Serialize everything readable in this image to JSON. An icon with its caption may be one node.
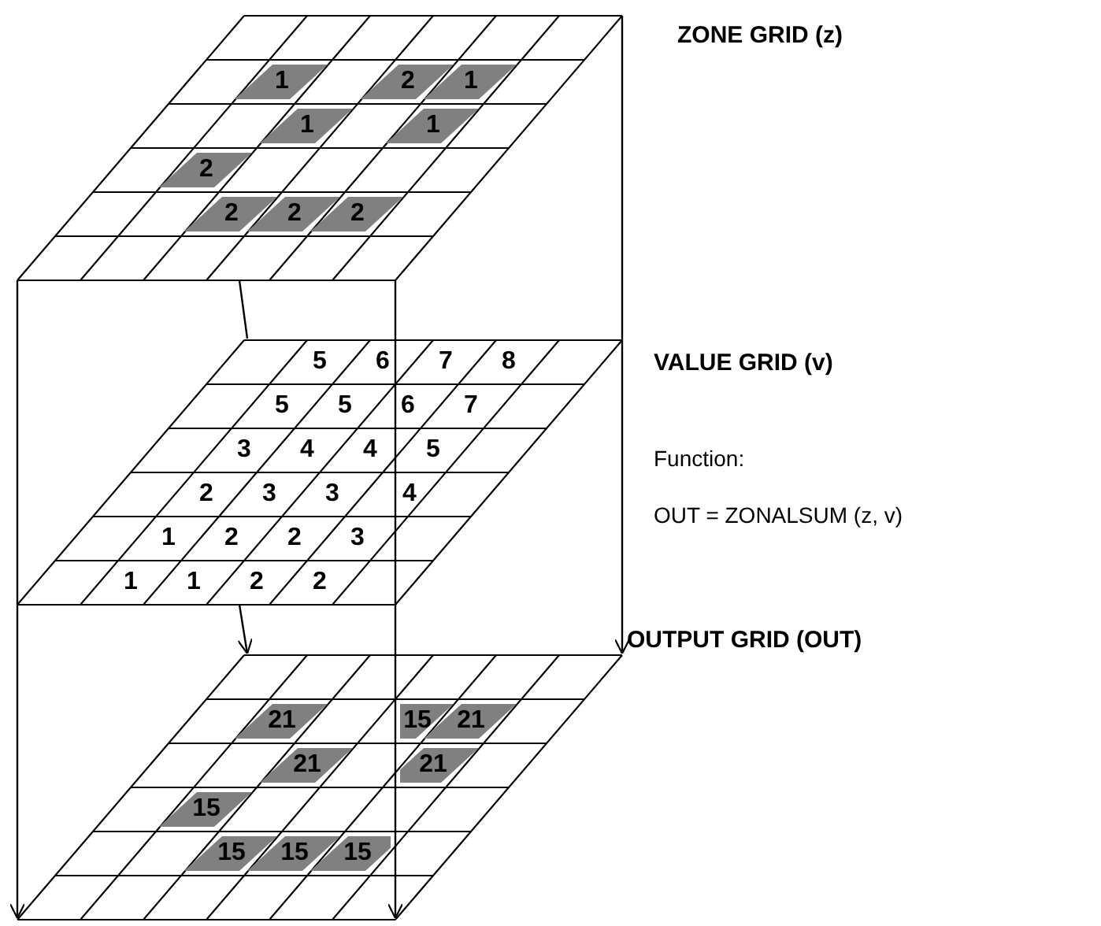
{
  "diagram": {
    "nodes": [
      {
        "text": [
          "ZONE GRID (z)"
        ]
      },
      {
        "text": [
          "1"
        ],
        "in": 0
      },
      {
        "text": [
          "2"
        ],
        "in": 0
      },
      {
        "text": [
          "1"
        ],
        "in": 0
      },
      {
        "text": [
          "1"
        ],
        "in": 0
      },
      {
        "text": [
          "1"
        ],
        "in": 0
      },
      {
        "text": [
          "2"
        ],
        "in": 0
      },
      {
        "text": [
          "2"
        ],
        "in": 0
      },
      {
        "text": [
          "2"
        ],
        "in": 0
      },
      {
        "text": [
          "2"
        ],
        "in": 0
      },
      {
        "text": [
          "VALUE GRID (v)"
        ]
      },
      {
        "text": [
          "5"
        ],
        "in": 10
      },
      {
        "text": [
          "6"
        ],
        "in": 10
      },
      {
        "text": [
          "7"
        ],
        "in": 10
      },
      {
        "text": [
          "8"
        ],
        "in": 10
      },
      {
        "text": [
          "5"
        ],
        "in": 10
      },
      {
        "text": [
          "5"
        ],
        "in": 10
      },
      {
        "text": [
          "6"
        ],
        "in": 10
      },
      {
        "text": [
          "7"
        ],
        "in": 10
      },
      {
        "text": [
          "3"
        ],
        "in": 10
      },
      {
        "text": [
          "4"
        ],
        "in": 10
      },
      {
        "text": [
          "4"
        ],
        "in": 10
      },
      {
        "text": [
          "5"
        ],
        "in": 10
      },
      {
        "text": [
          "2"
        ],
        "in": 10
      },
      {
        "text": [
          "3"
        ],
        "in": 10
      },
      {
        "text": [
          "3"
        ],
        "in": 10
      },
      {
        "text": [
          "4"
        ],
        "in": 10
      },
      {
        "text": [
          "1"
        ],
        "in": 10
      },
      {
        "text": [
          "2"
        ],
        "in": 10
      },
      {
        "text": [
          "2"
        ],
        "in": 10
      },
      {
        "text": [
          "3"
        ],
        "in": 10
      },
      {
        "text": [
          "1"
        ],
        "in": 10
      },
      {
        "text": [
          "1"
        ],
        "in": 10
      },
      {
        "text": [
          "2"
        ],
        "in": 10
      },
      {
        "text": [
          "2"
        ],
        "in": 10
      },
      {
        "text": [
          "OUTPUT GRID (OUT)"
        ]
      },
      {
        "text": [
          "21"
        ],
        "in": 35
      },
      {
        "text": [
          "15"
        ],
        "in": 35
      },
      {
        "text": [
          "21"
        ],
        "in": 35
      },
      {
        "text": [
          "21"
        ],
        "in": 35
      },
      {
        "text": [
          "21"
        ],
        "in": 35
      },
      {
        "text": [
          "15"
        ],
        "in": 35
      },
      {
        "text": [
          "15"
        ],
        "in": 35
      },
      {
        "text": [
          "15"
        ],
        "in": 35
      },
      {
        "text": [
          "15"
        ],
        "in": 35
      }
    ],
    "edges": [
      {
        "from": 0,
        "to": 35,
        "arrow": "to"
      },
      {
        "from": 0,
        "to": 35,
        "arrow": "to"
      },
      {
        "from": 0,
        "to": 35,
        "arrow": "to"
      },
      {
        "from": 0,
        "to": 10,
        "arrow": "none"
      },
      {
        "from": 10,
        "to": 35,
        "arrow": "to"
      }
    ],
    "labels": [
      "Function:",
      "OUT = ZONALSUM (z, v)"
    ]
  }
}
